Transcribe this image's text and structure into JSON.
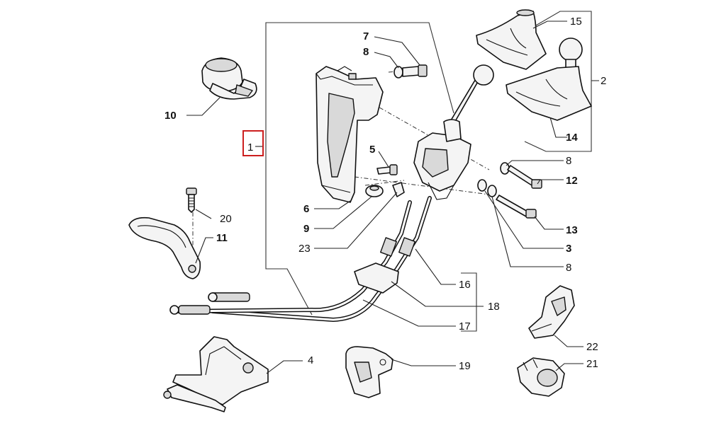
{
  "accent_color": "#cc1f1f",
  "labels": {
    "p1": "1",
    "p2": "2",
    "p3": "3",
    "p4": "4",
    "p5": "5",
    "p6": "6",
    "p7": "7",
    "p8a": "8",
    "p8b": "8",
    "p8c": "8",
    "p9": "9",
    "p10": "10",
    "p11": "11",
    "p12": "12",
    "p13": "13",
    "p14": "14",
    "p15": "15",
    "p16": "16",
    "p17": "17",
    "p18": "18",
    "p19": "19",
    "p20": "20",
    "p21": "21",
    "p22": "22",
    "p23": "23"
  }
}
